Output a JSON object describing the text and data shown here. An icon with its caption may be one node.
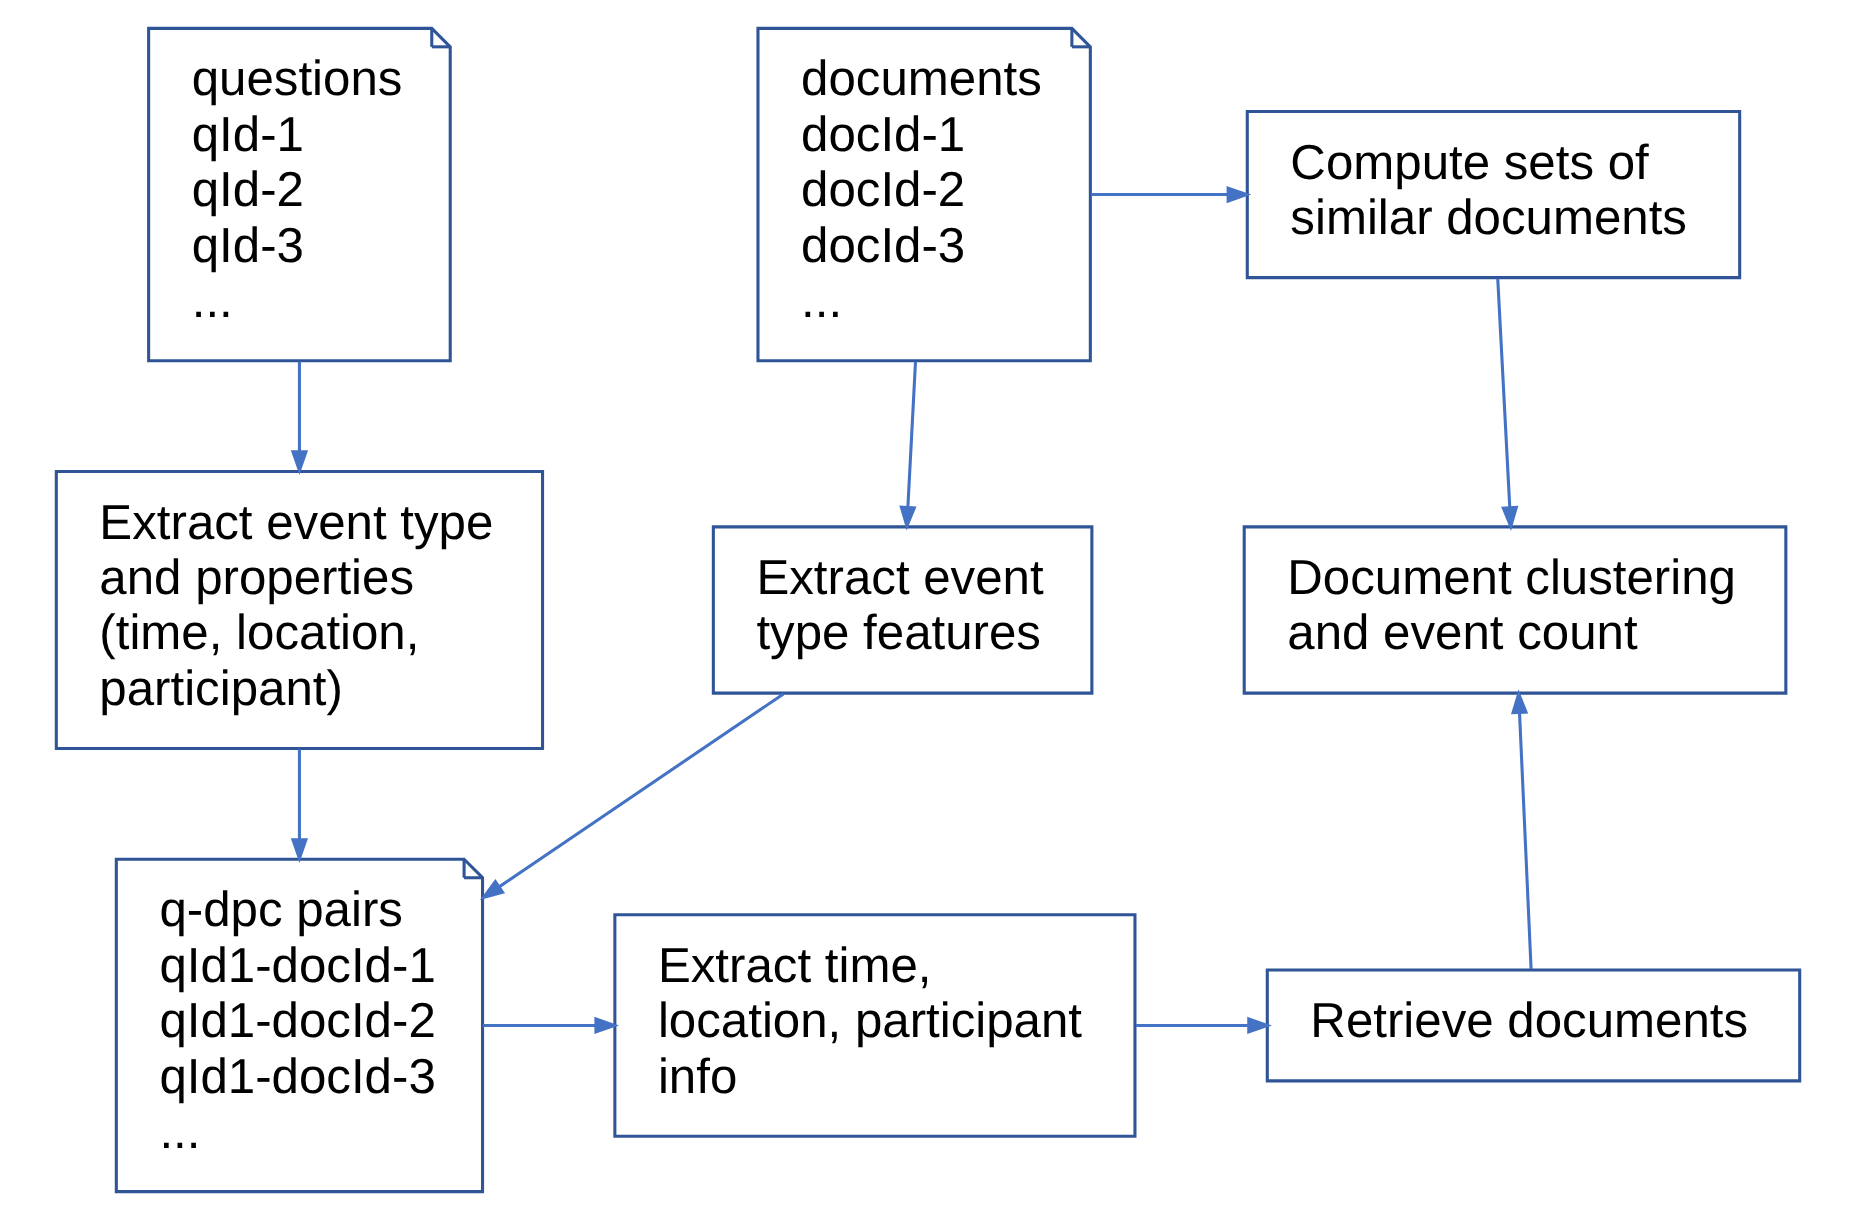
{
  "diagram": {
    "nodes": [
      {
        "text": [
          "questions",
          "qId-1",
          "qId-2",
          "qId-3",
          "..."
        ]
      },
      {
        "text": [
          "documents",
          "docId-1",
          "docId-2",
          "docId-3",
          "..."
        ]
      },
      {
        "text": [
          "Compute sets of similar documents"
        ]
      },
      {
        "text": [
          "Extract event type and properties (time, location, participant)"
        ]
      },
      {
        "text": [
          "Extract event type features"
        ]
      },
      {
        "text": [
          "Document clustering and event count"
        ]
      },
      {
        "text": [
          "q-dpc pairs",
          "qId1-docId-1",
          "qId1-docId-2",
          "qId1-docId-3",
          "..."
        ]
      },
      {
        "text": [
          "Extract time, location, participant info"
        ]
      },
      {
        "text": [
          "Retrieve documents"
        ]
      }
    ],
    "edges": [
      {
        "from": 0,
        "to": 3,
        "arrow": "to"
      },
      {
        "from": 1,
        "to": 2,
        "arrow": "to"
      },
      {
        "from": 1,
        "to": 4,
        "arrow": "to"
      },
      {
        "from": 2,
        "to": 5,
        "arrow": "to"
      },
      {
        "from": 3,
        "to": 6,
        "arrow": "to"
      },
      {
        "from": 4,
        "to": 6,
        "arrow": "to"
      },
      {
        "from": 6,
        "to": 7,
        "arrow": "to"
      },
      {
        "from": 7,
        "to": 8,
        "arrow": "to"
      },
      {
        "from": 8,
        "to": 5,
        "arrow": "to"
      }
    ]
  }
}
